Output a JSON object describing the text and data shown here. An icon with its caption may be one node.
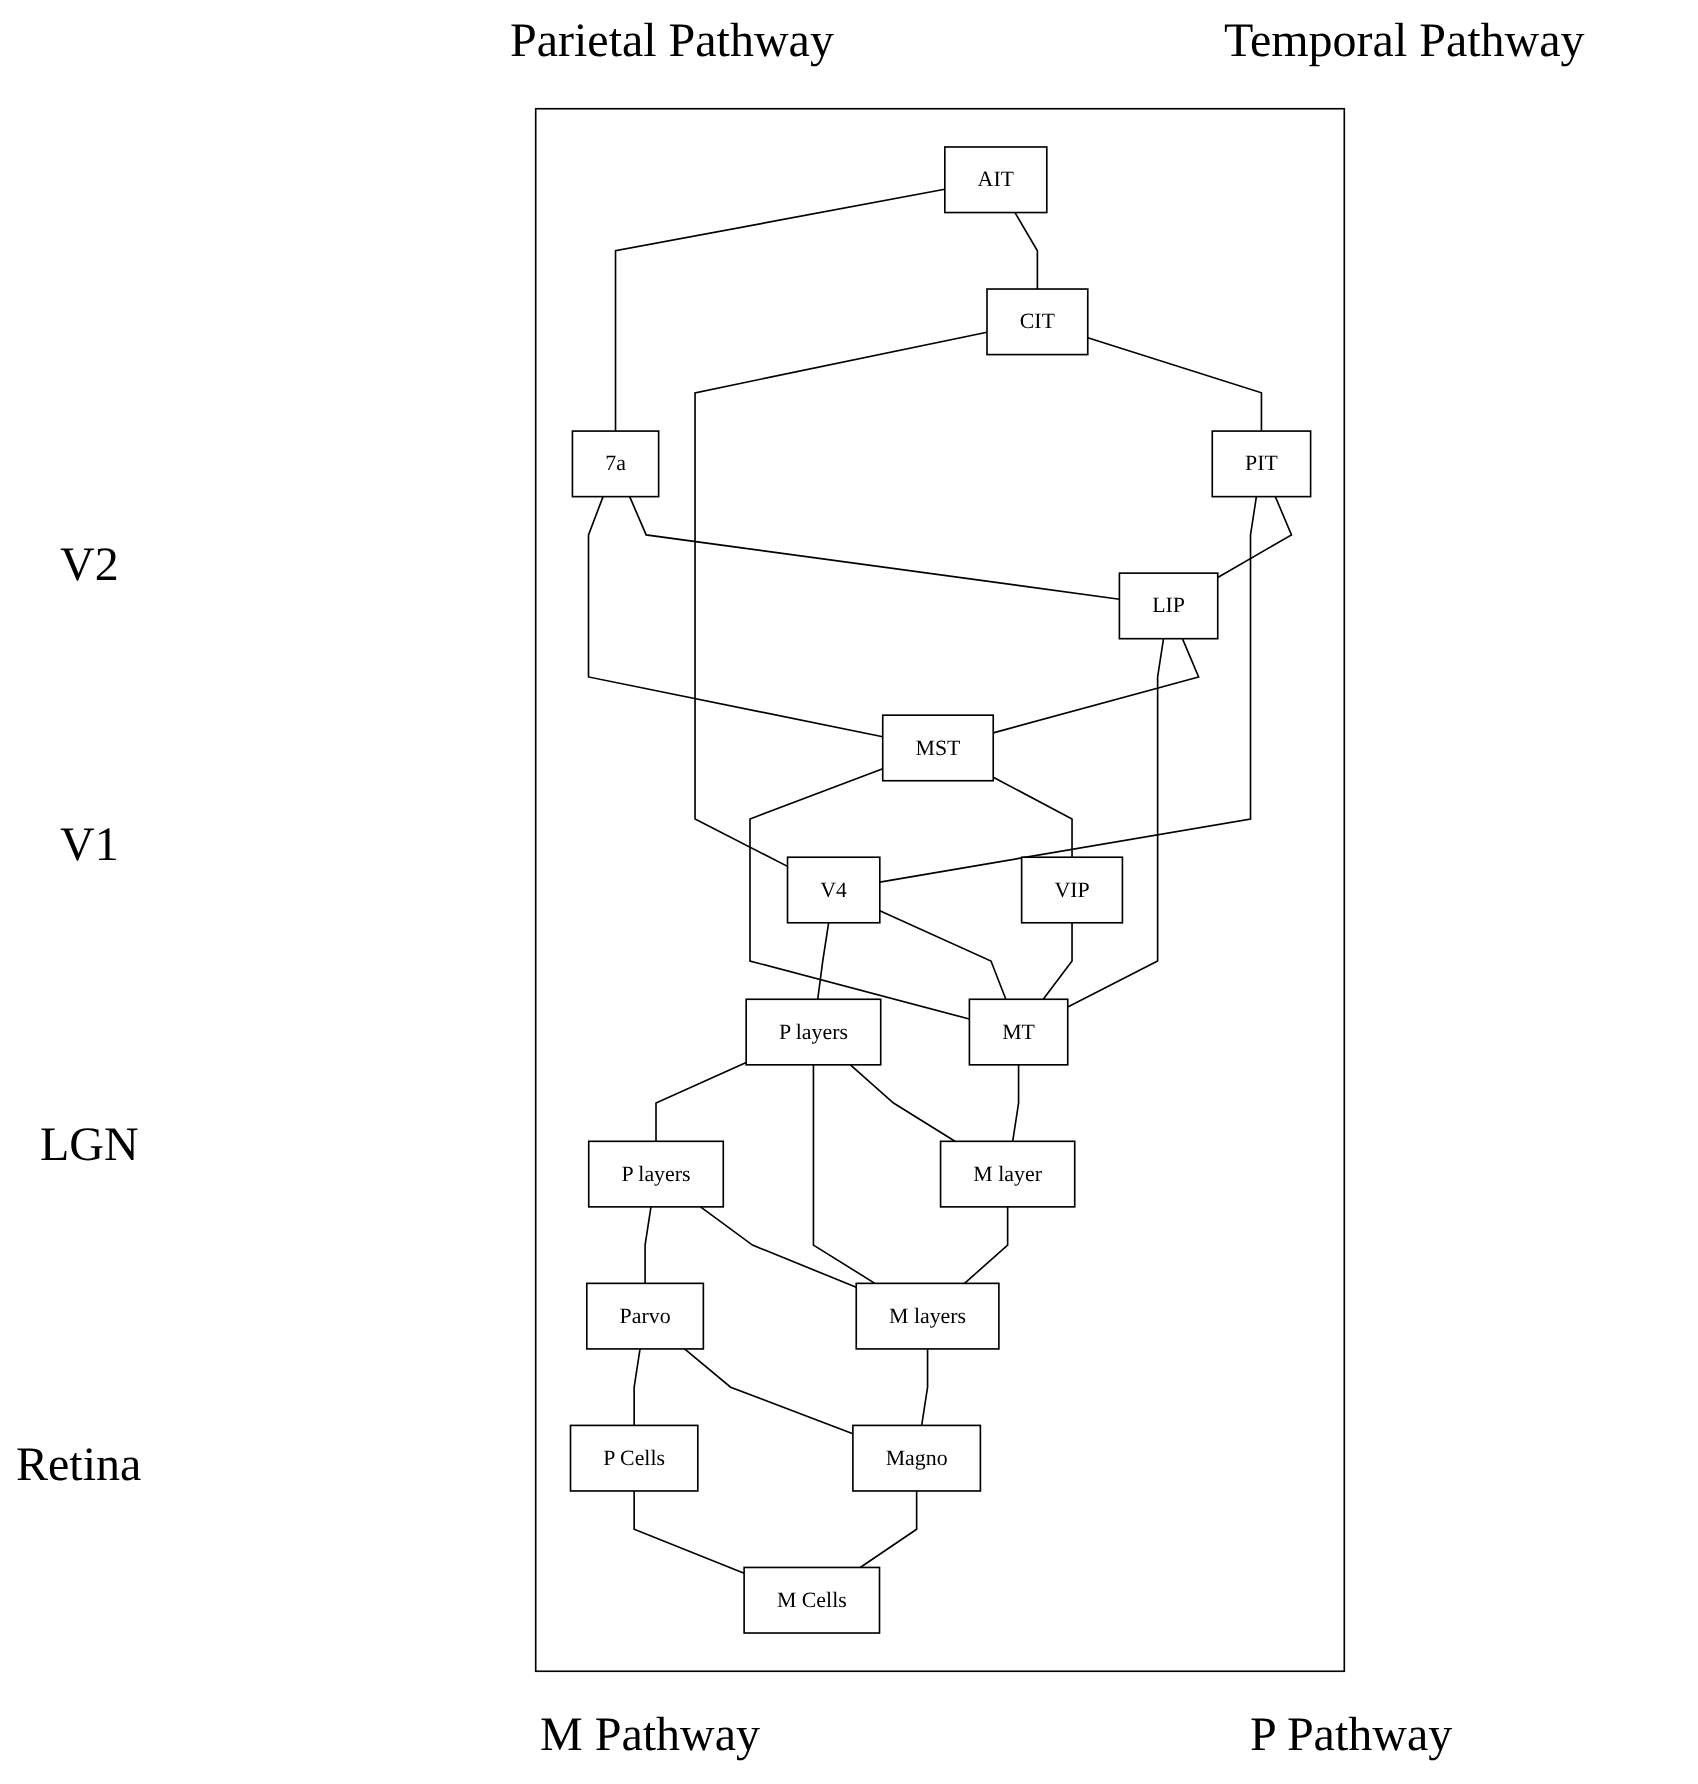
{
  "diagram": {
    "nodes": [
      {
        "text": [],
        "shape": "box"
      },
      {
        "text": [
          "AIT"
        ],
        "in": 0
      },
      {
        "text": [
          "7a"
        ],
        "in": 0
      },
      {
        "text": [
          "CIT"
        ],
        "in": 0
      },
      {
        "text": [
          "VIP"
        ],
        "in": 0
      },
      {
        "text": [
          "MST"
        ],
        "in": 0
      },
      {
        "text": [
          "LIP"
        ],
        "in": 0
      },
      {
        "text": [
          "PIT"
        ],
        "in": 0
      },
      {
        "text": [
          "MT"
        ],
        "in": 0
      },
      {
        "text": [
          "V4"
        ],
        "in": 0
      },
      {
        "text": [
          "M layer"
        ],
        "in": 0
      },
      {
        "text": [
          "P layers"
        ],
        "in": 0
      },
      {
        "text": [
          "M layers"
        ],
        "in": 0
      },
      {
        "text": [
          "P layers"
        ],
        "in": 0
      },
      {
        "text": [
          "Magno"
        ],
        "in": 0
      },
      {
        "text": [
          "Parvo"
        ],
        "in": 0
      },
      {
        "text": [
          "M Cells"
        ],
        "in": 0
      },
      {
        "text": [
          "P Cells"
        ],
        "in": 0
      }
    ],
    "edges": [
      {
        "from": 16,
        "to": 14,
        "arrow": "none"
      },
      {
        "from": 17,
        "to": 15,
        "arrow": "none"
      },
      {
        "from": 16,
        "to": 17,
        "arrow": "none"
      },
      {
        "from": 14,
        "to": 12,
        "arrow": "none"
      },
      {
        "from": 15,
        "to": 13,
        "arrow": "none"
      },
      {
        "from": 14,
        "to": 15,
        "arrow": "none"
      },
      {
        "from": 12,
        "to": 10,
        "arrow": "none"
      },
      {
        "from": 13,
        "to": 11,
        "arrow": "none"
      },
      {
        "from": 12,
        "to": 13,
        "arrow": "none"
      },
      {
        "from": 12,
        "to": 11,
        "arrow": "none"
      },
      {
        "from": 10,
        "to": 11,
        "arrow": "none"
      },
      {
        "from": 10,
        "to": 8,
        "arrow": "none"
      },
      {
        "from": 11,
        "to": 9,
        "arrow": "none"
      },
      {
        "from": 8,
        "to": 9,
        "arrow": "none"
      },
      {
        "from": 8,
        "to": 4,
        "arrow": "none"
      },
      {
        "from": 8,
        "to": 5,
        "arrow": "none"
      },
      {
        "from": 8,
        "to": 6,
        "arrow": "none"
      },
      {
        "from": 9,
        "to": 7,
        "arrow": "none"
      },
      {
        "from": 9,
        "to": 3,
        "arrow": "none"
      },
      {
        "from": 4,
        "to": 5,
        "arrow": "none"
      },
      {
        "from": 5,
        "to": 6,
        "arrow": "none"
      },
      {
        "from": 6,
        "to": 7,
        "arrow": "none"
      },
      {
        "from": 5,
        "to": 2,
        "arrow": "none"
      },
      {
        "from": 6,
        "to": 2,
        "arrow": "none"
      },
      {
        "from": 7,
        "to": 3,
        "arrow": "none"
      },
      {
        "from": 2,
        "to": 1,
        "arrow": "none"
      },
      {
        "from": 3,
        "to": 1,
        "arrow": "none"
      }
    ],
    "labels": [
      "Parietal Pathway",
      "Temporal Pathway",
      "V2",
      "V1",
      "LGN",
      "Retina",
      "M Pathway",
      "P Pathway"
    ]
  }
}
